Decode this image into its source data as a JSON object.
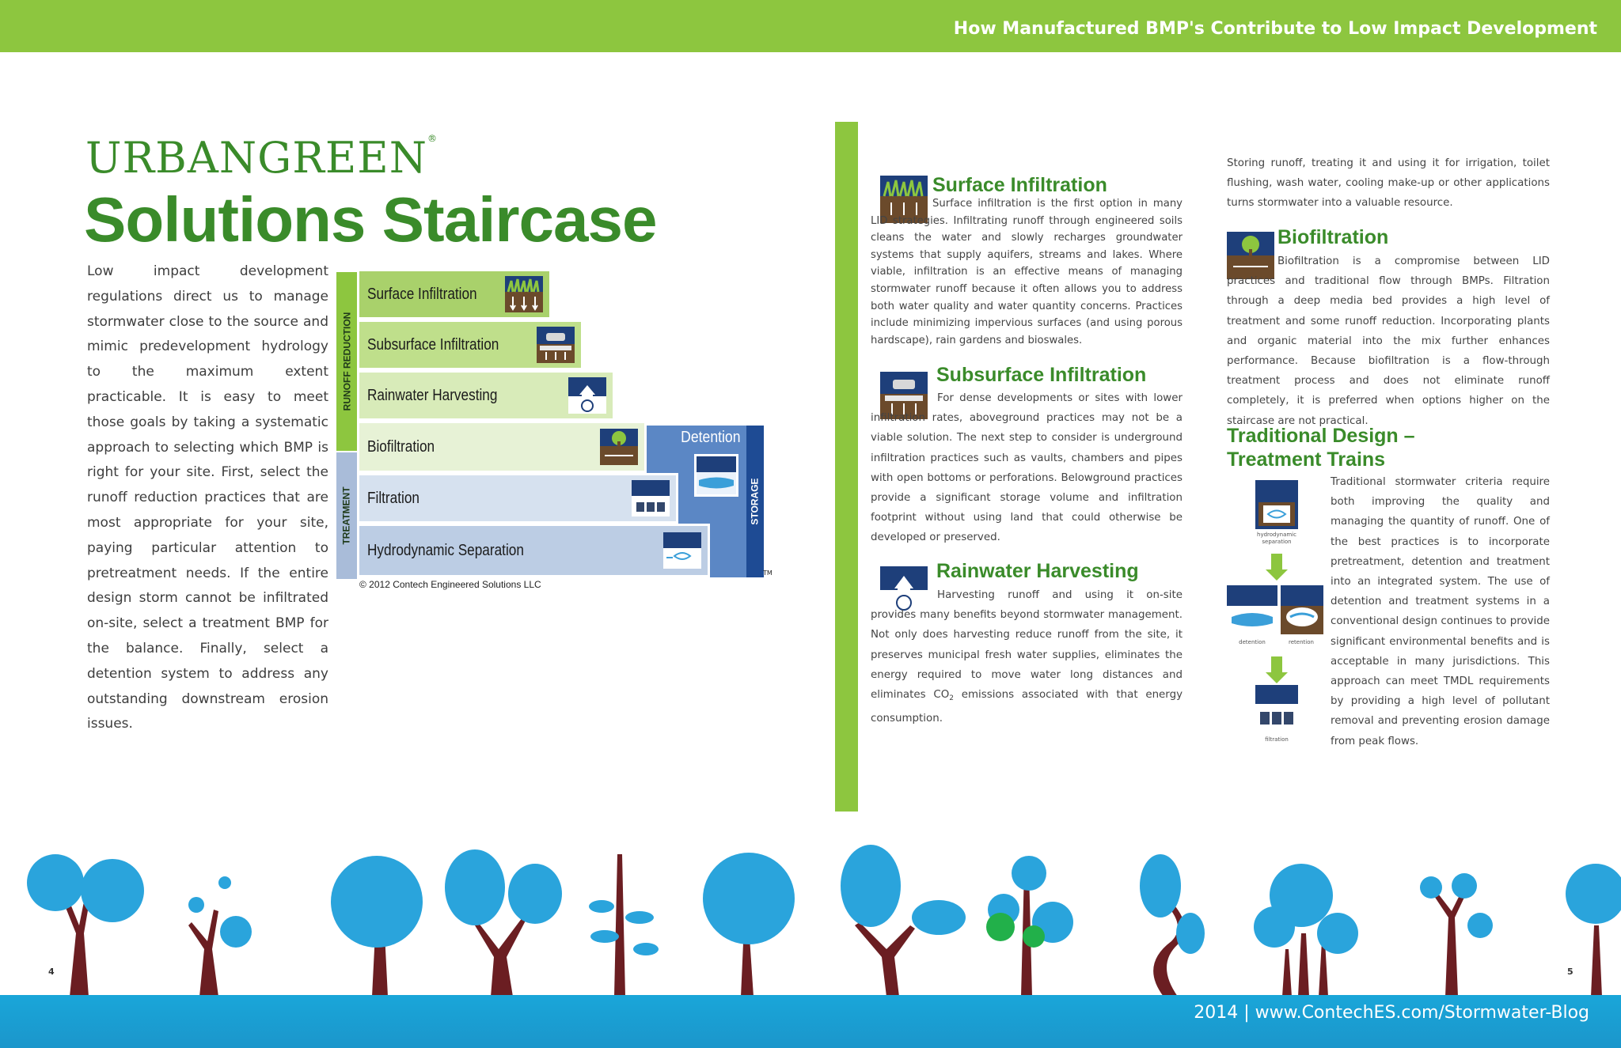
{
  "header": {
    "title": "How Manufactured BMP's Contribute to Low Impact Development"
  },
  "brand": {
    "name": "URBANGREEN",
    "reg": "®"
  },
  "title": "Solutions Staircase",
  "intro": "Low impact development regulations direct us to manage stormwater close to the source and mimic predevelopment hydrology to the maximum extent practicable. It is easy to meet those goals by taking a systematic approach to selecting which BMP is right for your site. First, select the runoff reduction practices that are most appropriate for your site, paying particular attention to pretreatment needs. If the entire design storm cannot be infiltrated on-site, select a treatment BMP for the balance. Finally, select a detention system to address any outstanding downstream erosion issues.",
  "staircase": {
    "runoff_label": "RUNOFF REDUCTION",
    "treatment_label": "TREATMENT",
    "storage_label": "STORAGE",
    "detention_label": "Detention",
    "steps": [
      "Surface Infiltration",
      "Subsurface Infiltration",
      "Rainwater Harvesting",
      "Biofiltration",
      "Filtration",
      "Hydrodynamic Separation"
    ],
    "copyright": "© 2012 Contech Engineered Solutions LLC",
    "tm": "TM"
  },
  "sections": {
    "surface": {
      "title": "Surface Infiltration",
      "text": "Surface infiltration is the first option in many LID strategies. Infiltrating runoff through engineered soils cleans the water and slowly recharges groundwater systems that supply aquifers, streams and lakes. Where viable, infiltration is an effective means of managing stormwater runoff because it often allows you to address both water quality and water quantity concerns. Practices include minimizing impervious surfaces (and using porous hardscape), rain gardens and bioswales."
    },
    "subsurface": {
      "title": "Subsurface Infiltration",
      "text": "For dense developments or sites with lower infiltration rates, aboveground practices may not be a viable solution. The next step to consider is underground infiltration practices such as vaults, chambers and pipes with open bottoms or perforations. Belowground practices provide a significant storage volume and infiltration footprint without using land that could otherwise be developed or preserved."
    },
    "rainwater": {
      "title": "Rainwater Harvesting",
      "text_a": "Harvesting runoff and using it on-site provides many benefits beyond stormwater management. Not only does harvesting reduce runoff from the site, it preserves municipal fresh water supplies, eliminates the energy required to move water long distances and eliminates CO",
      "sub": "2",
      "text_b": " emissions associated with that energy consumption."
    },
    "storing": {
      "text": "Storing runoff, treating it and using it for irrigation, toilet flushing, wash water, cooling make-up or other applications turns stormwater into a valuable resource."
    },
    "biofiltration": {
      "title": "Biofiltration",
      "text": "Biofiltration is a compromise between LID practices and traditional flow through BMPs. Filtration through a deep media bed provides a high level of treatment and some runoff reduction. Incorporating plants and organic material into the mix further enhances performance. Because biofiltration is a flow-through treatment process and does not eliminate runoff completely, it is preferred when options higher on the staircase are not practical."
    },
    "traditional": {
      "title_line1": "Traditional Design –",
      "title_line2": "Treatment Trains",
      "text": "Traditional stormwater criteria require both improving the quality and managing the quantity of runoff. One of the best practices is to incorporate pretreatment, detention and treatment into an integrated system. The use of detention and treatment systems in a conventional design continues to provide significant environmental benefits and is acceptable in many jurisdictions. This approach can meet TMDL requirements by providing a high level of pollutant removal and preventing erosion damage from peak flows.",
      "flow_caps": [
        "hydrodynamic separation",
        "detention",
        "retention",
        "filtration"
      ]
    }
  },
  "footer": {
    "text": "2014 | www.ContechES.com/Stormwater-Blog",
    "page_left": "4",
    "page_right": "5"
  },
  "colors": {
    "green": "#8dc63f",
    "dark_green": "#3a8b2a",
    "blue": "#1e4b94",
    "water": "#1aa6d9",
    "tree_blue": "#2aa4dc",
    "trunk": "#6b1e22"
  }
}
